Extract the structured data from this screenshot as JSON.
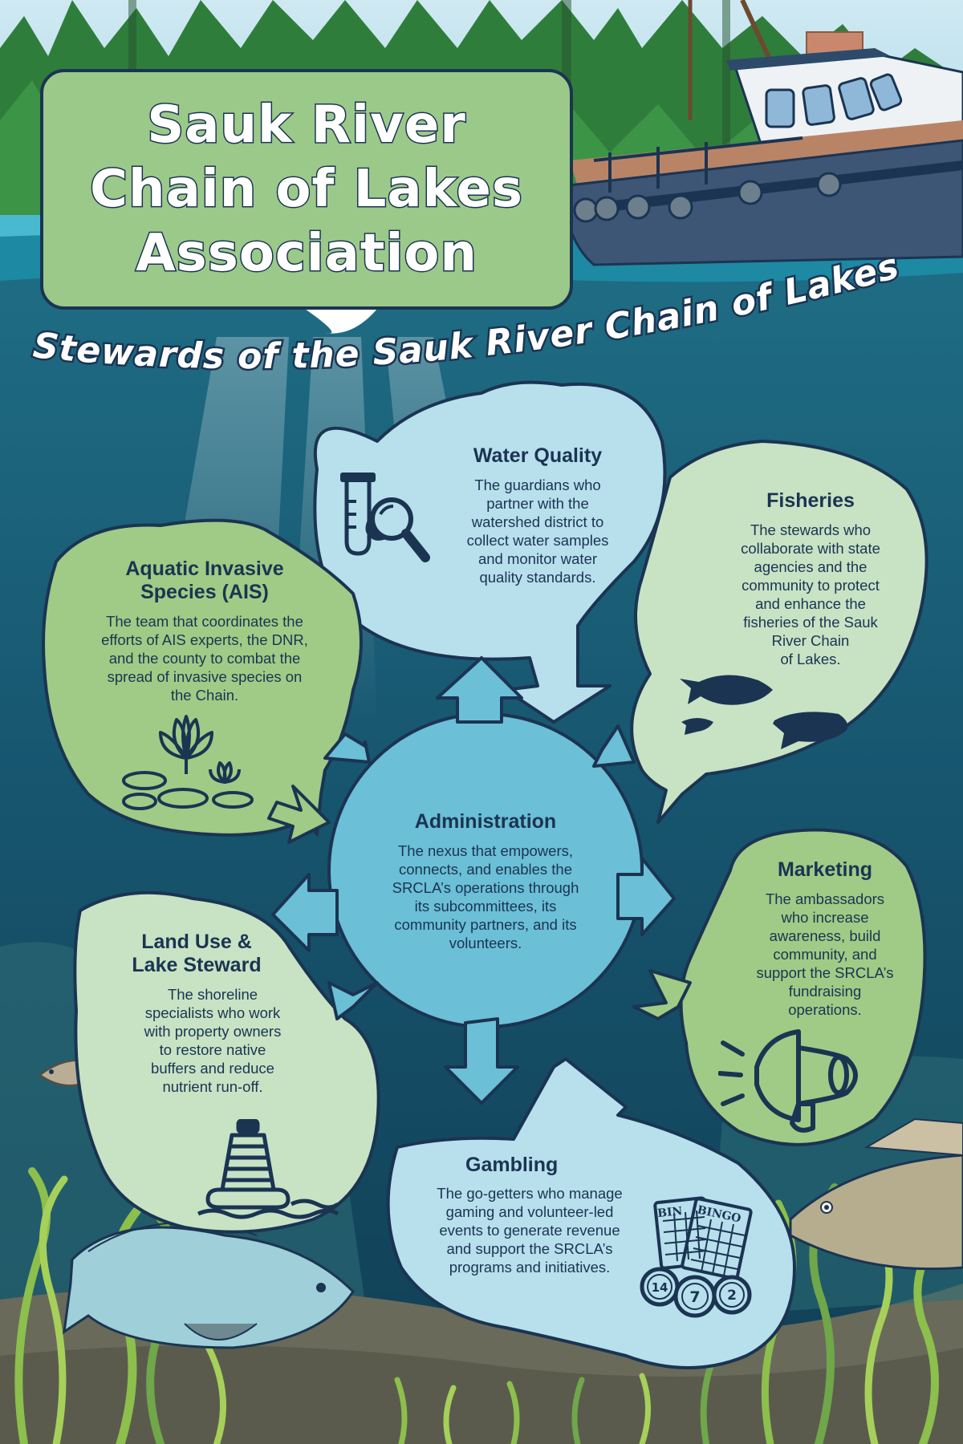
{
  "title": {
    "lines": [
      "Sauk River",
      "Chain of Lakes",
      "Association"
    ]
  },
  "tagline": "Stewards of the Sauk River Chain of Lakes",
  "colors": {
    "deep_water": "#15536b",
    "light_blue_panel": "#b7e0ec",
    "light_green_panel": "#c7e3c4",
    "green_panel": "#9fcb86",
    "center_blue": "#6bbfd6",
    "outline": "#1b3452",
    "title_green": "#9bc98a"
  },
  "sections": {
    "water_quality": {
      "title": "Water Quality",
      "body_lines": [
        "The guardians who",
        "partner with the",
        "watershed district to",
        "collect water samples",
        "and monitor water",
        "quality standards."
      ],
      "icon": "test-tube-magnifier-icon"
    },
    "fisheries": {
      "title": "Fisheries",
      "body_lines": [
        "The stewards who",
        "collaborate with state",
        "agencies and the",
        "community to protect",
        "and enhance the",
        "fisheries of the Sauk",
        "River Chain",
        "of Lakes."
      ],
      "icon": "fish-icon"
    },
    "ais": {
      "title_lines": [
        "Aquatic Invasive",
        "Species (AIS)"
      ],
      "body_lines": [
        "The team that coordinates the",
        "efforts of AIS experts, the DNR,",
        "and the county to combat the",
        "spread of invasive species on",
        "the Chain."
      ],
      "icon": "lotus-lily-pad-icon"
    },
    "administration": {
      "title": "Administration",
      "body_lines": [
        "The nexus that empowers,",
        "connects, and enables the",
        "SRCLA’s operations through",
        "its subcommittees, its",
        "community partners, and its",
        "volunteers."
      ]
    },
    "marketing": {
      "title": "Marketing",
      "body_lines": [
        "The ambassadors",
        "who increase",
        "awareness, build",
        "community, and",
        "support the SRCLA’s",
        "fundraising",
        "operations."
      ],
      "icon": "megaphone-icon"
    },
    "land_use": {
      "title_lines": [
        "Land Use &",
        "Lake Steward"
      ],
      "body_lines": [
        "The shoreline",
        "specialists who work",
        "with property owners",
        "to restore native",
        "buffers and reduce",
        "nutrient run-off."
      ],
      "icon": "buoy-icon"
    },
    "gambling": {
      "title": "Gambling",
      "body_lines": [
        "The go-getters who manage",
        "gaming and volunteer-led",
        "events to generate revenue",
        "and support the SRCLA’s",
        "programs and initiatives."
      ],
      "icon": "bingo-cards-icon",
      "bingo": {
        "card_left": "BIN",
        "card_right": "BINGO",
        "balls": [
          "14",
          "7",
          "2"
        ]
      }
    }
  }
}
